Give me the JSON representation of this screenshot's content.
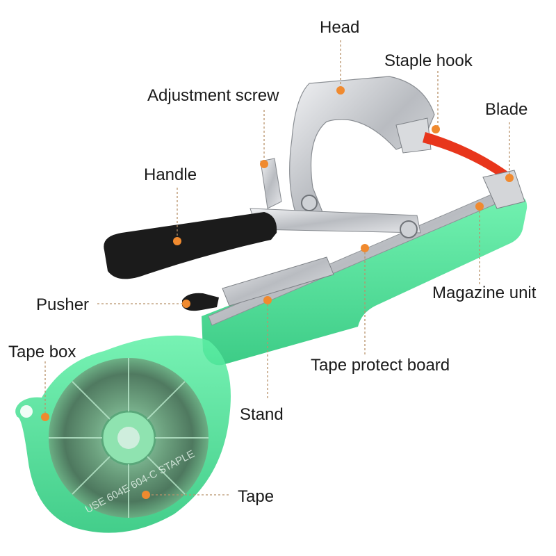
{
  "labels": {
    "head": "Head",
    "staple_hook": "Staple hook",
    "adjustment_screw": "Adjustment screw",
    "blade": "Blade",
    "handle": "Handle",
    "magazine_unit": "Magazine unit",
    "pusher": "Pusher",
    "tape_box": "Tape box",
    "tape_protect_board": "Tape protect board",
    "stand": "Stand",
    "tape": "Tape"
  },
  "tape_box_print": "USE 604E 604-C STAPLE",
  "colors": {
    "marker": "#f08a2f",
    "leader": "#b8926a",
    "green_body": "#3ddc8a",
    "handle_black": "#1b1b1b",
    "blade_red": "#e8361c",
    "metal": "#c9ccd0"
  }
}
